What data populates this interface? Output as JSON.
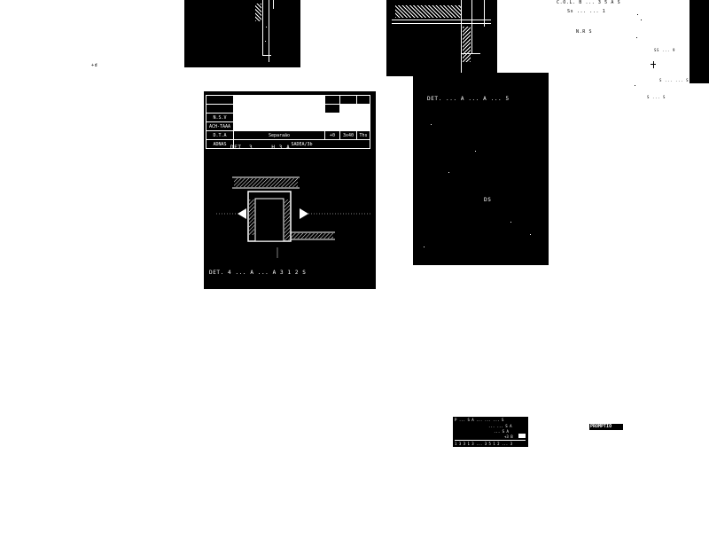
{
  "header_table": {
    "rows": [
      {
        "label": "",
        "desc": "",
        "c1": "",
        "c2": "",
        "c3": ""
      },
      {
        "label": "",
        "desc": "",
        "c1": "",
        "c2": "",
        "c3": ""
      },
      {
        "label": "N.S.V",
        "desc": "",
        "c1": "",
        "c2": "",
        "c3": ""
      },
      {
        "label": "ACH-TAAA",
        "desc": "",
        "c1": "",
        "c2": "",
        "c3": ""
      },
      {
        "label": "D.T.A",
        "desc": "Separaão",
        "c1": "+0",
        "c2": "3x40",
        "c3": "Ths"
      },
      {
        "label": "ADNAS",
        "desc": "SADEA/3b",
        "c1": "",
        "c2": "",
        "c3": ""
      }
    ]
  },
  "main_panel": {
    "caption_top": "DET.  3  ...  H  3  A",
    "caption_bottom": "DET.  4  ...  A  ...  A  3  1  2  S"
  },
  "right_panel": {
    "caption_top": "DET.  ...  A  ...  A  ...  5",
    "caption_mid": "DS"
  },
  "top_right_notes": {
    "line1": "C.O.L.  B  ...  3  5  A  S",
    "line2": "Ss  ...  ...  1",
    "line3": "N.R  S",
    "line4": "SS  ...  9",
    "line5": "S  ...  ...  S",
    "line6": "S  ...  S"
  },
  "left_mark": "+d",
  "legend_box": {
    "lines": [
      "P  ...  S  A  ...  ...  ...  S",
      "...  ...  S  A",
      "...  S  A",
      "+3  B",
      "1  3  3  1  3  ...  3  5  1  2  ...  3"
    ]
  },
  "stamp": "PROMPTIO",
  "colors": {
    "ink": "#000000",
    "paper": "#ffffff"
  }
}
